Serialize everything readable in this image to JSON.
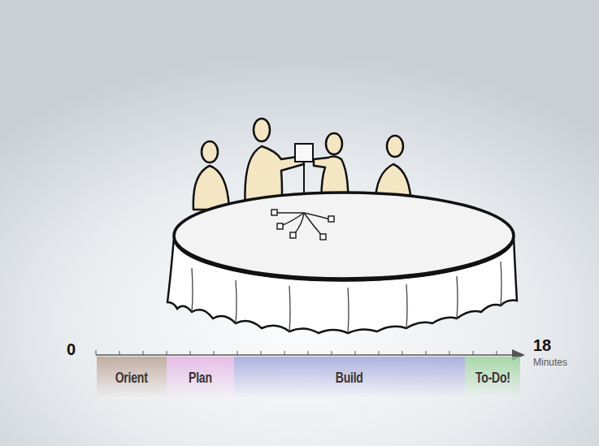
{
  "diagram": {
    "nodes": [
      {
        "text": [
          "Orient"
        ]
      },
      {
        "text": [
          "Plan"
        ]
      },
      {
        "text": [
          "Build"
        ]
      },
      {
        "text": [
          "To-Do!"
        ]
      }
    ],
    "labels": [
      "0",
      "18",
      "Minutes"
    ]
  }
}
